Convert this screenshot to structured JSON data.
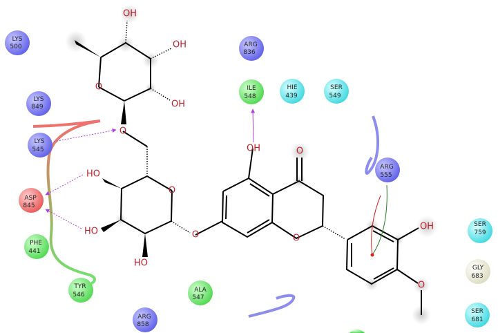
{
  "colors": {
    "positive": "#7b7bf0",
    "negative": "#f07474",
    "hydrophobic": "#72e872",
    "polar": "#6ee6ee",
    "glycine": "#eeeed8",
    "hbond": "#b040e0"
  },
  "residues": {
    "lys500": {
      "name": "LYS",
      "num": "500"
    },
    "lys849": {
      "name": "LYS",
      "num": "849"
    },
    "lys545": {
      "name": "LYS",
      "num": "545"
    },
    "asp845": {
      "name": "ASP",
      "num": "845"
    },
    "phe441": {
      "name": "PHE",
      "num": "441"
    },
    "tyr546": {
      "name": "TYR",
      "num": "546"
    },
    "ala547": {
      "name": "ALA",
      "num": "547"
    },
    "arg858": {
      "name": "ARG",
      "num": "858"
    },
    "arg836": {
      "name": "ARG",
      "num": "836"
    },
    "ile548": {
      "name": "ILE",
      "num": "548"
    },
    "hie439": {
      "name": "HIE",
      "num": "439"
    },
    "ser549": {
      "name": "SER",
      "num": "549"
    },
    "arg555": {
      "name": "ARG",
      "num": "555"
    },
    "ser759": {
      "name": "SER",
      "num": "759"
    },
    "gly683": {
      "name": "GLY",
      "num": "683"
    },
    "ser681": {
      "name": "SER",
      "num": "681"
    }
  },
  "atoms": {
    "oh": "OH",
    "ho": "HO",
    "o": "O"
  }
}
